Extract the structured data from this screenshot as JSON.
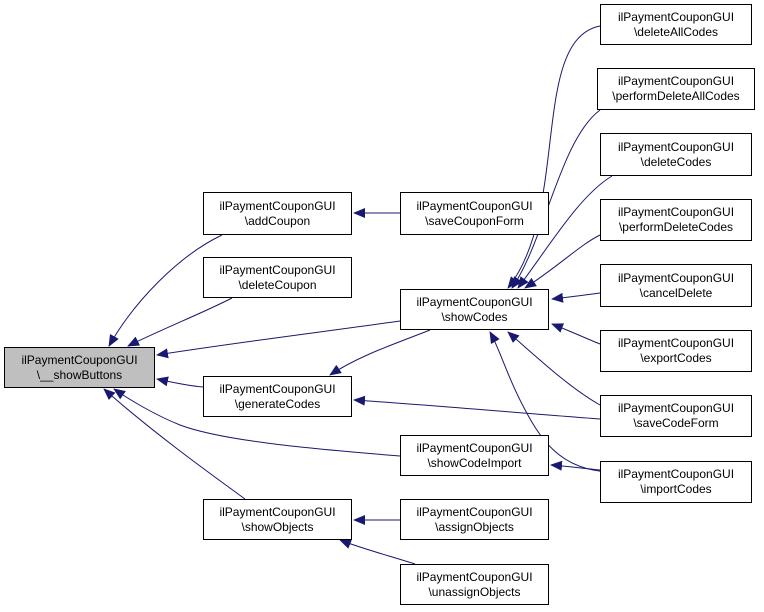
{
  "colors": {
    "edge": "#191970",
    "border": "#000000",
    "root_fill": "#bfbfbf",
    "node_fill": "#ffffff"
  },
  "nodes": [
    {
      "id": "show_buttons",
      "line1": "ilPaymentCouponGUI",
      "line2": "\\__showButtons",
      "root": true
    },
    {
      "id": "add_coupon",
      "line1": "ilPaymentCouponGUI",
      "line2": "\\addCoupon"
    },
    {
      "id": "delete_coupon",
      "line1": "ilPaymentCouponGUI",
      "line2": "\\deleteCoupon"
    },
    {
      "id": "generate_codes",
      "line1": "ilPaymentCouponGUI",
      "line2": "\\generateCodes"
    },
    {
      "id": "show_objects",
      "line1": "ilPaymentCouponGUI",
      "line2": "\\showObjects"
    },
    {
      "id": "save_coupon_form",
      "line1": "ilPaymentCouponGUI",
      "line2": "\\saveCouponForm"
    },
    {
      "id": "show_codes",
      "line1": "ilPaymentCouponGUI",
      "line2": "\\showCodes"
    },
    {
      "id": "show_code_import",
      "line1": "ilPaymentCouponGUI",
      "line2": "\\showCodeImport"
    },
    {
      "id": "assign_objects",
      "line1": "ilPaymentCouponGUI",
      "line2": "\\assignObjects"
    },
    {
      "id": "unassign_objects",
      "line1": "ilPaymentCouponGUI",
      "line2": "\\unassignObjects"
    },
    {
      "id": "delete_all_codes",
      "line1": "ilPaymentCouponGUI",
      "line2": "\\deleteAllCodes"
    },
    {
      "id": "perform_delete_all_codes",
      "line1": "ilPaymentCouponGUI",
      "line2": "\\performDeleteAllCodes"
    },
    {
      "id": "delete_codes",
      "line1": "ilPaymentCouponGUI",
      "line2": "\\deleteCodes"
    },
    {
      "id": "perform_delete_codes",
      "line1": "ilPaymentCouponGUI",
      "line2": "\\performDeleteCodes"
    },
    {
      "id": "cancel_delete",
      "line1": "ilPaymentCouponGUI",
      "line2": "\\cancelDelete"
    },
    {
      "id": "export_codes",
      "line1": "ilPaymentCouponGUI",
      "line2": "\\exportCodes"
    },
    {
      "id": "save_code_form",
      "line1": "ilPaymentCouponGUI",
      "line2": "\\saveCodeForm"
    },
    {
      "id": "import_codes",
      "line1": "ilPaymentCouponGUI",
      "line2": "\\importCodes"
    }
  ],
  "edges": [
    {
      "from": "add_coupon",
      "to": "show_buttons"
    },
    {
      "from": "delete_coupon",
      "to": "show_buttons"
    },
    {
      "from": "show_codes",
      "to": "show_buttons"
    },
    {
      "from": "generate_codes",
      "to": "show_buttons"
    },
    {
      "from": "show_code_import",
      "to": "show_buttons"
    },
    {
      "from": "show_objects",
      "to": "show_buttons"
    },
    {
      "from": "save_coupon_form",
      "to": "add_coupon"
    },
    {
      "from": "show_codes",
      "to": "generate_codes"
    },
    {
      "from": "save_code_form",
      "to": "generate_codes"
    },
    {
      "from": "assign_objects",
      "to": "show_objects"
    },
    {
      "from": "unassign_objects",
      "to": "show_objects"
    },
    {
      "from": "import_codes",
      "to": "show_code_import"
    },
    {
      "from": "delete_all_codes",
      "to": "show_codes"
    },
    {
      "from": "perform_delete_all_codes",
      "to": "show_codes"
    },
    {
      "from": "delete_codes",
      "to": "show_codes"
    },
    {
      "from": "perform_delete_codes",
      "to": "show_codes"
    },
    {
      "from": "cancel_delete",
      "to": "show_codes"
    },
    {
      "from": "export_codes",
      "to": "show_codes"
    },
    {
      "from": "save_code_form",
      "to": "show_codes"
    },
    {
      "from": "import_codes",
      "to": "show_codes"
    }
  ]
}
